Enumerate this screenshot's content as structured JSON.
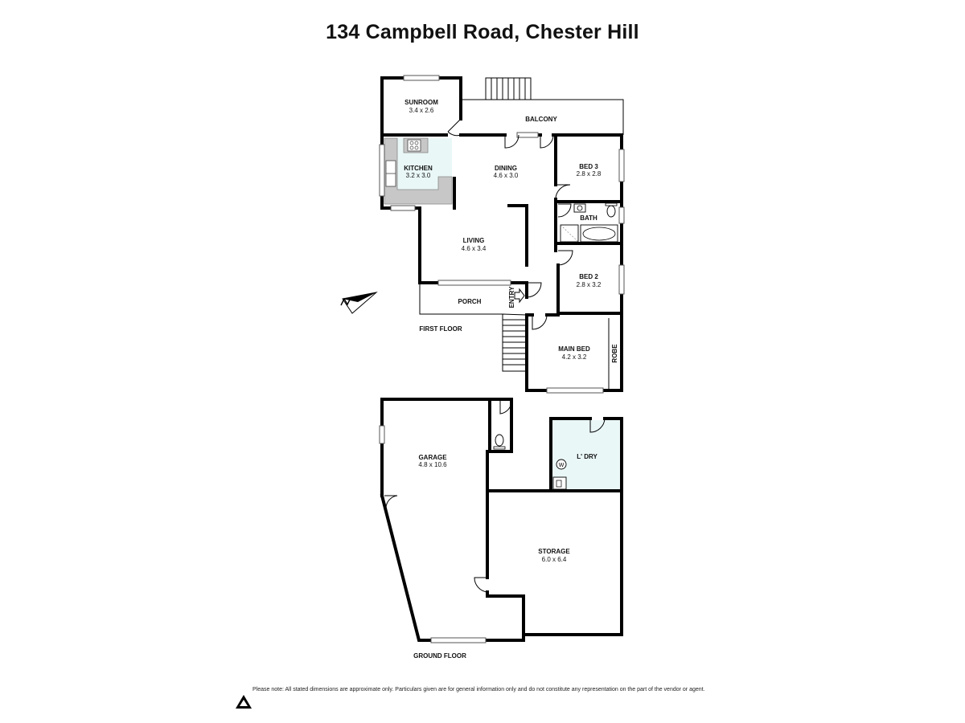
{
  "title": "134 Campbell Road, Chester Hill",
  "rooms": [
    {
      "key": "sunroom",
      "label": "SUNROOM",
      "dims": "3.4 x 2.6"
    },
    {
      "key": "balcony",
      "label": "BALCONY",
      "dims": ""
    },
    {
      "key": "kitchen",
      "label": "KITCHEN",
      "dims": "3.2 x 3.0"
    },
    {
      "key": "dining",
      "label": "DINING",
      "dims": "4.6 x 3.0"
    },
    {
      "key": "bed3",
      "label": "BED 3",
      "dims": "2.8 x 2.8"
    },
    {
      "key": "bath",
      "label": "BATH",
      "dims": ""
    },
    {
      "key": "living",
      "label": "LIVING",
      "dims": "4.6 x 3.4"
    },
    {
      "key": "bed2",
      "label": "BED 2",
      "dims": "2.8 x 3.2"
    },
    {
      "key": "porch",
      "label": "PORCH",
      "dims": ""
    },
    {
      "key": "entry",
      "label": "ENTRY",
      "dims": ""
    },
    {
      "key": "mainbed",
      "label": "MAIN BED",
      "dims": "4.2 x 3.2"
    },
    {
      "key": "robe",
      "label": "ROBE",
      "dims": ""
    },
    {
      "key": "garage",
      "label": "GARAGE",
      "dims": "4.8 x 10.6"
    },
    {
      "key": "ldry",
      "label": "L' DRY",
      "dims": ""
    },
    {
      "key": "storage",
      "label": "STORAGE",
      "dims": "6.0 x 6.4"
    }
  ],
  "floors": {
    "first": "FIRST FLOOR",
    "ground": "GROUND FLOOR"
  },
  "fixtures": {
    "washer": "W"
  },
  "disclaimer": "Please note: All stated dimensions are approximate only. Particulars given are for general information only and do not constitute any representation on the part of the vendor or agent.",
  "icons": {
    "compass": "north-arrow-icon",
    "logo": "recycle-triangle-logo-icon"
  }
}
